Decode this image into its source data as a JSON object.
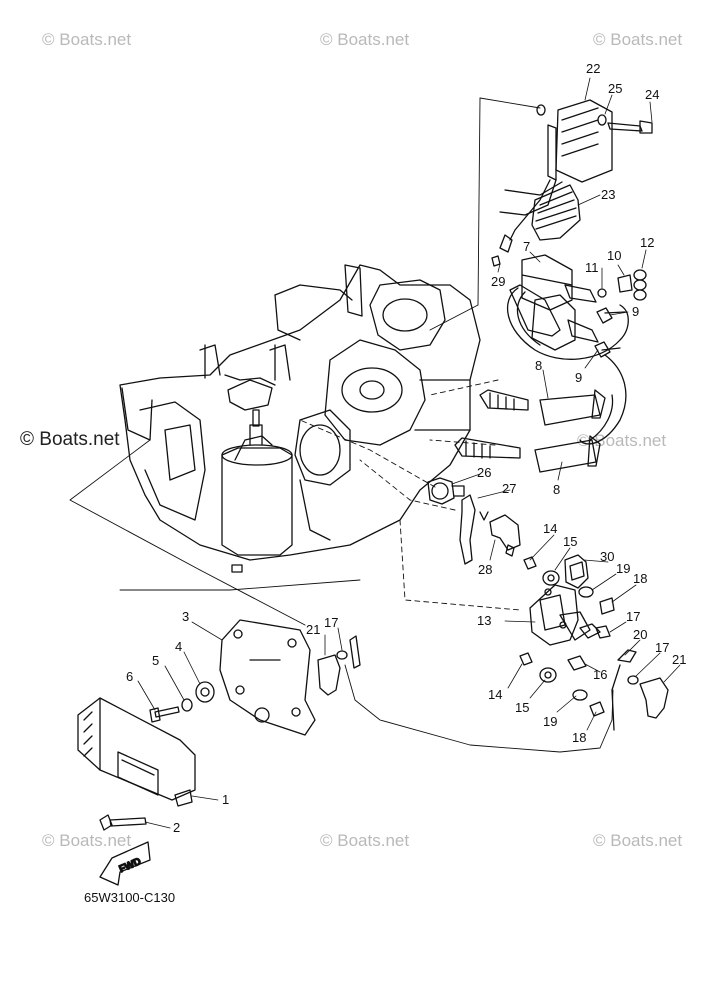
{
  "watermarks": {
    "tl": "© Boats.net",
    "tc": "© Boats.net",
    "tr": "© Boats.net",
    "ml": "© Boats.net",
    "mr": "© Boats.net",
    "bl": "© Boats.net",
    "bc": "© Boats.net",
    "br": "© Boats.net"
  },
  "diagram_code": "65W3100-C130",
  "fwd_label": "FWD",
  "parts": {
    "p1": "1",
    "p2": "2",
    "p3": "3",
    "p4": "4",
    "p5": "5",
    "p6": "6",
    "p7": "7",
    "p8a": "8",
    "p8b": "8",
    "p9a": "9",
    "p9b": "9",
    "p10": "10",
    "p11": "11",
    "p12": "12",
    "p13": "13",
    "p14a": "14",
    "p14b": "14",
    "p15a": "15",
    "p15b": "15",
    "p16": "16",
    "p17a": "17",
    "p17b": "17",
    "p17c": "17",
    "p18a": "18",
    "p18b": "18",
    "p19a": "19",
    "p19b": "19",
    "p20": "20",
    "p21a": "21",
    "p21b": "21",
    "p22": "22",
    "p23": "23",
    "p24": "24",
    "p25": "25",
    "p26": "26",
    "p27": "27",
    "p28": "28",
    "p29": "29",
    "p30": "30"
  }
}
